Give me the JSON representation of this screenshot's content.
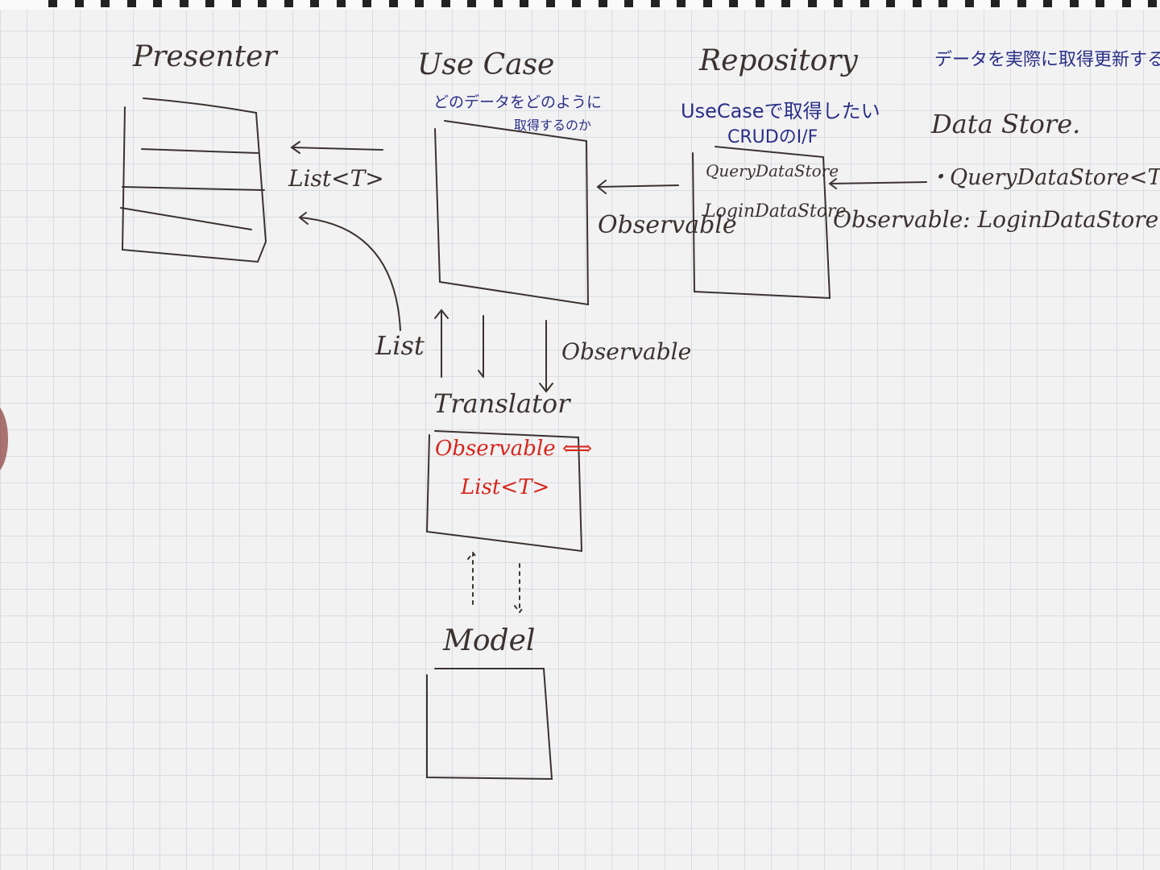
{
  "presenter": {
    "title": "Presenter"
  },
  "usecase": {
    "title": "Use Case",
    "note_line1": "どのデータをどのように",
    "note_line2": "取得するのか"
  },
  "repository": {
    "title": "Repository",
    "note_line1": "UseCaseで取得したい",
    "note_line2": "CRUDのI/F",
    "items": [
      "QueryDataStore",
      "LoginDataStore."
    ]
  },
  "datastore": {
    "note": "データを実際に取得更新する",
    "title": "Data Store.",
    "items": [
      "・QueryDataStore<T>",
      "Observable: LoginDataStore"
    ]
  },
  "labels": {
    "list_t": "List<T>",
    "observable_repo": "Observable",
    "list_up": "List",
    "observable_down": "Observable"
  },
  "translator": {
    "title": "Translator",
    "line1": "Observable ⟺",
    "line2": "List<T>"
  },
  "model": {
    "title": "Model"
  },
  "colors": {
    "ink": "#3b3230",
    "blue_ink": "#2a2f86",
    "red_ink": "#d6261c"
  }
}
